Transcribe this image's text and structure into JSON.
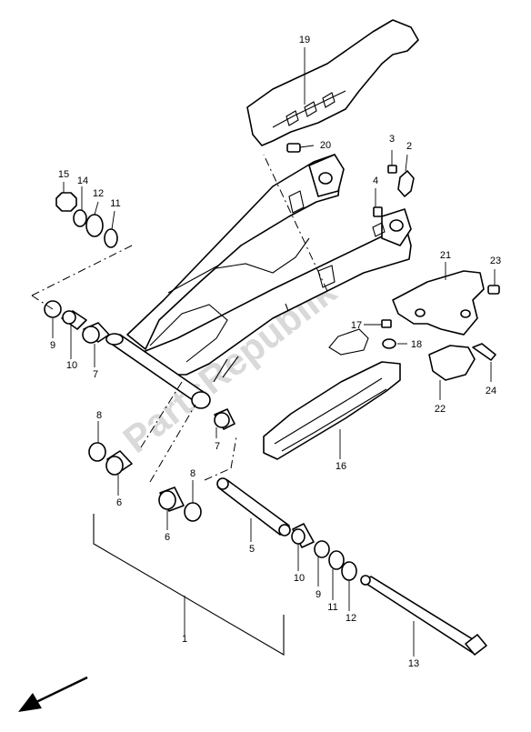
{
  "watermark": "PartsRepublik",
  "callouts": {
    "c1": "1",
    "c2": "2",
    "c3": "3",
    "c4": "4",
    "c5": "5",
    "c6a": "6",
    "c6b": "6",
    "c7a": "7",
    "c7b": "7",
    "c8a": "8",
    "c8b": "8",
    "c9a": "9",
    "c9b": "9",
    "c10a": "10",
    "c10b": "10",
    "c11a": "11",
    "c11b": "11",
    "c12a": "12",
    "c12b": "12",
    "c13": "13",
    "c14": "14",
    "c15": "15",
    "c16": "16",
    "c17": "17",
    "c18": "18",
    "c19": "19",
    "c20": "20",
    "c21": "21",
    "c22": "22",
    "c23": "23",
    "c24": "24"
  }
}
